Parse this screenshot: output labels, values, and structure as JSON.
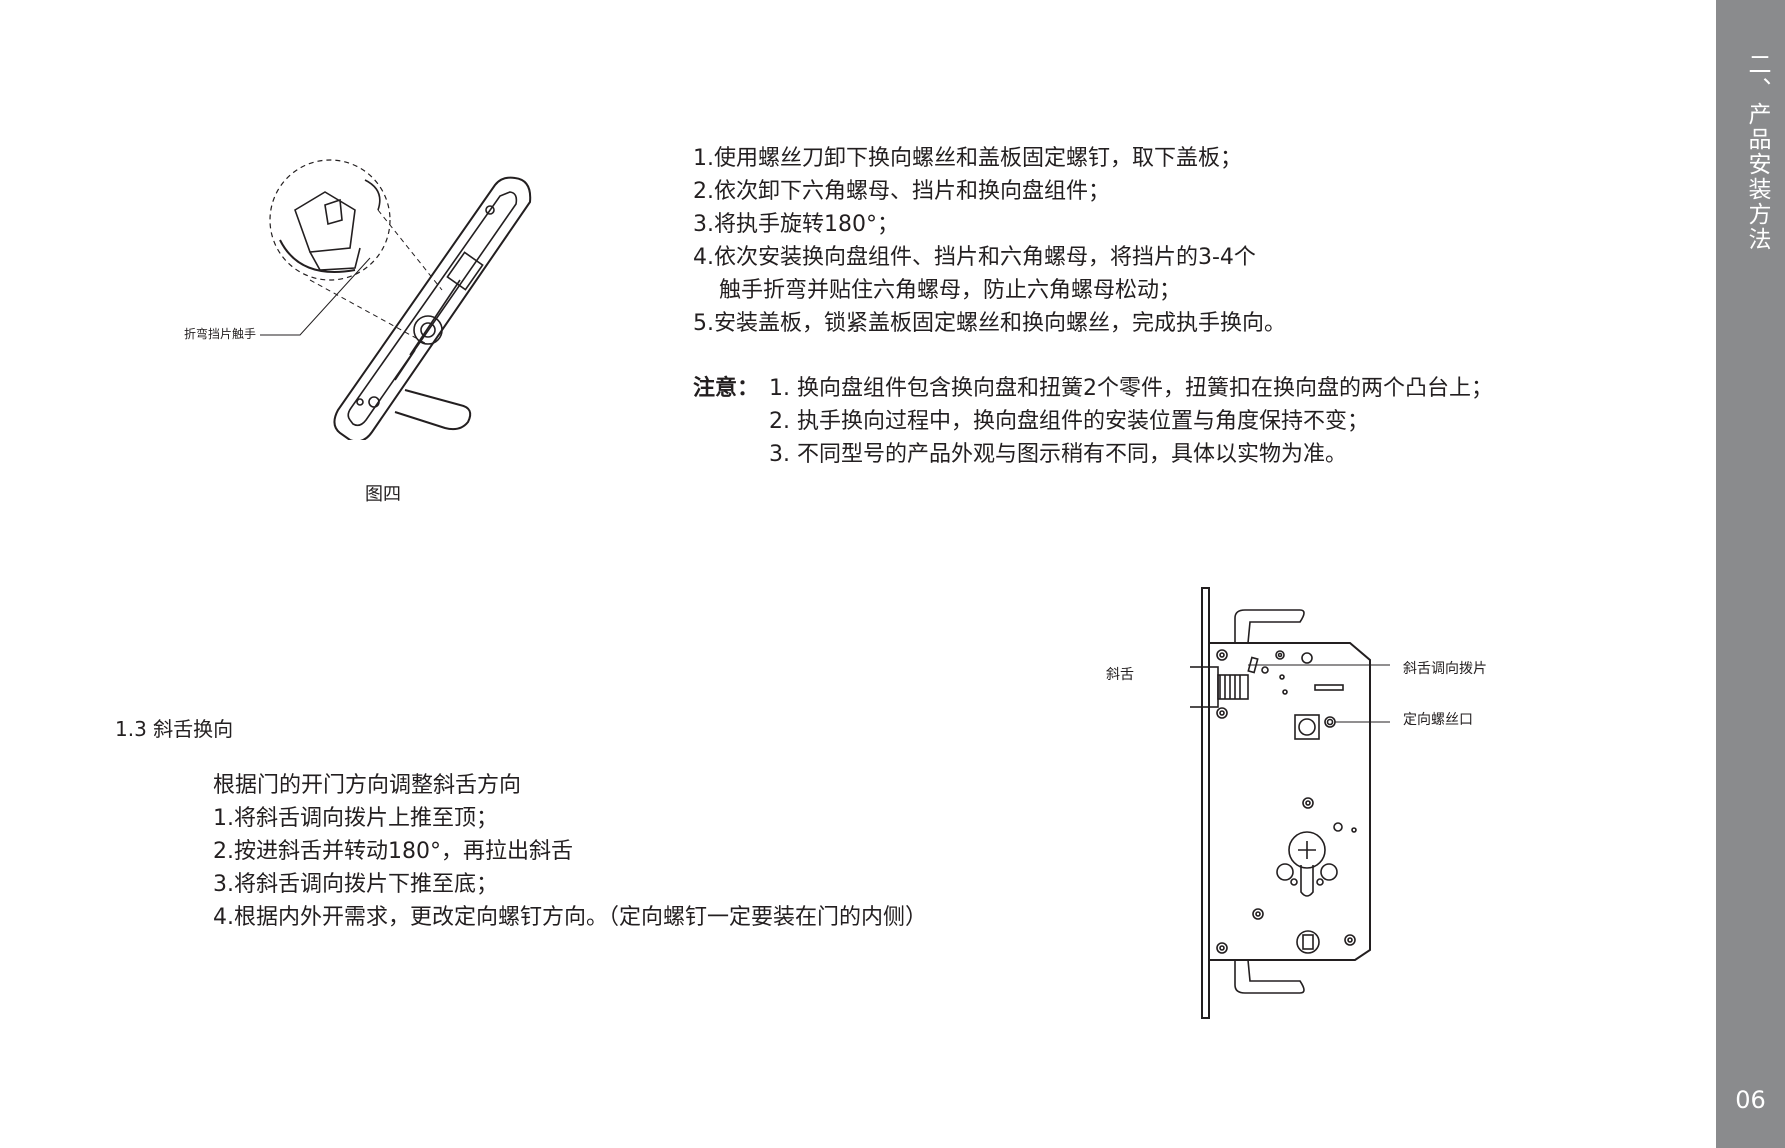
{
  "side_tab": {
    "title": "二、产品安装方法",
    "page_number": "06"
  },
  "figure4": {
    "callout": "折弯挡片触手",
    "caption": "图四"
  },
  "steps": [
    "1.使用螺丝刀卸下换向螺丝和盖板固定螺钉，取下盖板；",
    "2.依次卸下六角螺母、挡片和换向盘组件；",
    "3.将执手旋转180°；",
    "4.依次安装换向盘组件、挡片和六角螺母，将挡片的3-4个",
    "触手折弯并贴住六角螺母，防止六角螺母松动；",
    "5.安装盖板，锁紧盖板固定螺丝和换向螺丝，完成执手换向。"
  ],
  "notes": {
    "label": "注意：",
    "items": [
      "1. 换向盘组件包含换向盘和扭簧2个零件，扭簧扣在换向盘的两个凸台上；",
      "2. 执手换向过程中，换向盘组件的安装位置与角度保持不变；",
      "3. 不同型号的产品外观与图示稍有不同，具体以实物为准。"
    ]
  },
  "section": {
    "heading": "1.3 斜舌换向",
    "lines": [
      "根据门的开门方向调整斜舌方向",
      "1.将斜舌调向拨片上推至顶；",
      "2.按进斜舌并转动180°，再拉出斜舌",
      "3.将斜舌调向拨片下推至底；",
      "4.根据内外开需求，更改定向螺钉方向。（定向螺钉一定要装在门的内侧）"
    ]
  },
  "mortise_diagram": {
    "label_latch": "斜舌",
    "label_latch_switch": "斜舌调向拨片",
    "label_screw_port": "定向螺丝口"
  }
}
